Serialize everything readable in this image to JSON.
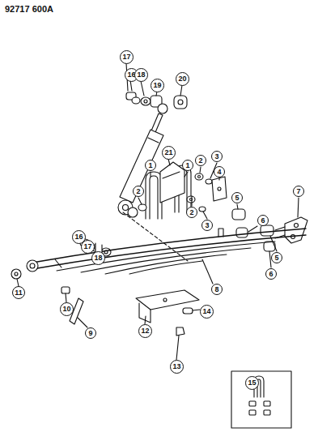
{
  "diagram": {
    "labels": [
      "92717 600A",
      "17",
      "16",
      "18",
      "19",
      "20",
      "21",
      "1",
      "1",
      "2",
      "3",
      "4",
      "2",
      "5",
      "2",
      "3",
      "7",
      "6",
      "5",
      "6",
      "16",
      "17",
      "18",
      "8",
      "11",
      "10",
      "9",
      "12",
      "14",
      "13",
      "15"
    ]
  }
}
